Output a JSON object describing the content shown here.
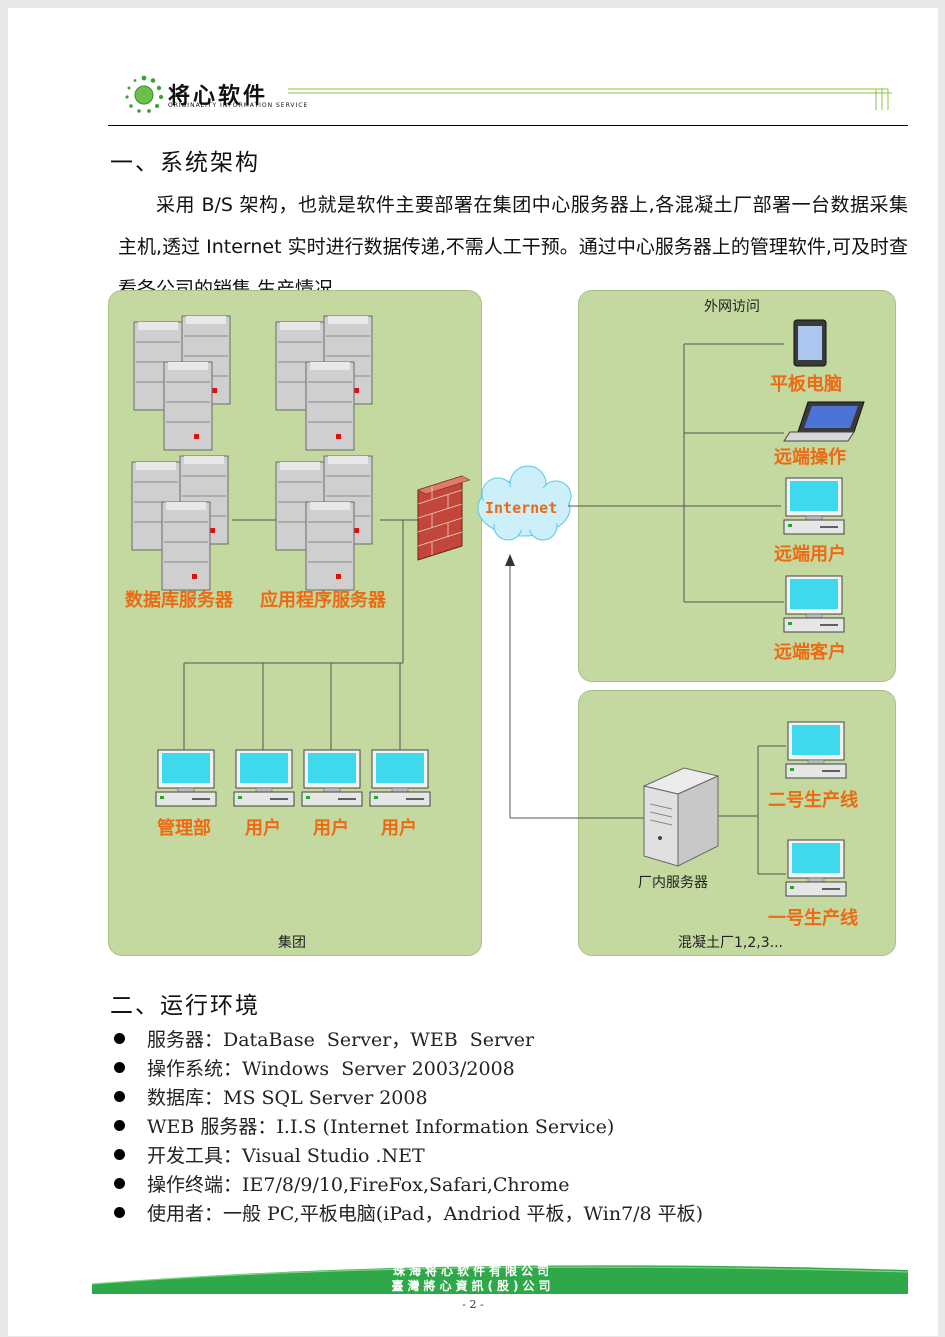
{
  "header": {
    "logo_text": "将心软件",
    "logo_subtitle": "ORIGINALITY INFORMATION SERVICE"
  },
  "section1": {
    "title": "一、系统架构",
    "paragraph": "采用 B/S 架构，也就是软件主要部署在集团中心服务器上,各混凝土厂部署一台数据采集主机,透过 Internet 实时进行数据传递,不需人工干预。通过中心服务器上的管理软件,可及时查看各公司的销售,生产情况."
  },
  "diagram": {
    "group_panel_label": "集团",
    "external_panel_label": "外网访问",
    "plant_panel_label": "混凝土厂1,2,3...",
    "db_server_label": "数据库服务器",
    "app_server_label": "应用程序服务器",
    "internet_label": "Internet",
    "clients": [
      "管理部",
      "用户",
      "用户",
      "用户"
    ],
    "external_devices": [
      "平板电脑",
      "远端操作",
      "远端用户",
      "远端客户"
    ],
    "plant_server_label": "厂内服务器",
    "plant_lines": [
      "二号生产线",
      "一号生产线"
    ]
  },
  "section2": {
    "title": "二、运行环境",
    "items": [
      "服务器：DataBase  Server，WEB  Server",
      "操作系统：Windows  Server 2003/2008",
      "数据库：MS SQL Server 2008",
      "WEB 服务器：I.I.S (Internet Information Service)",
      "开发工具：Visual Studio .NET",
      "操作终端：IE7/8/9/10,FireFox,Safari,Chrome",
      "使用者：一般 PC,平板电脑(iPad，Andriod 平板，Win7/8 平板)"
    ]
  },
  "footer": {
    "company_1": "珠海将心软件有限公司",
    "company_2": "臺灣將心資訊(股)公司",
    "page_number": "- 2 -"
  },
  "colors": {
    "panel_green": "#c4d9a0",
    "label_orange": "#ee6a12",
    "footer_green": "#2fa84a",
    "screen_cyan": "#3fd9ee"
  }
}
